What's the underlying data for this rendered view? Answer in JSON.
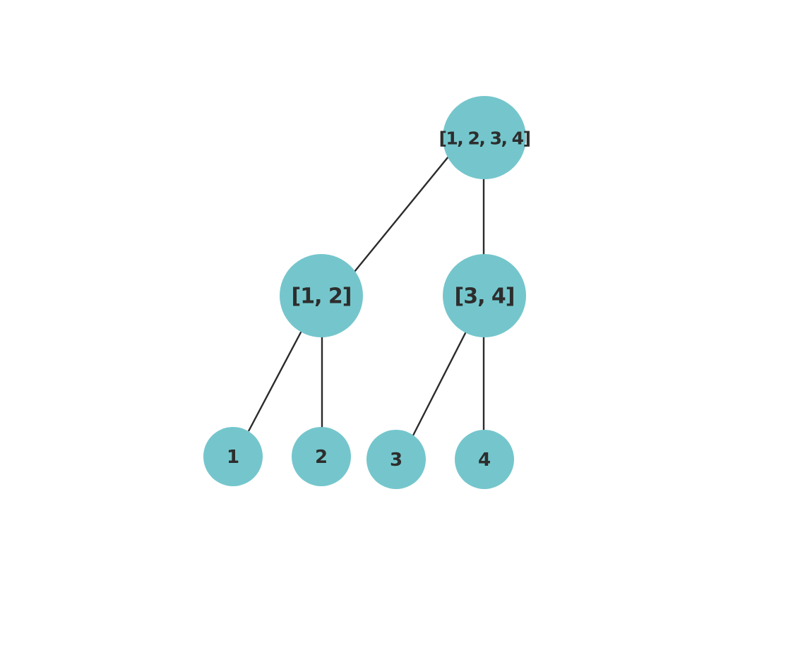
{
  "diagram": {
    "type": "tree",
    "node_color": "#74c6cc",
    "edge_color": "#2b2b2b",
    "text_color": "#2d2d2d",
    "nodes": {
      "root": {
        "label": "[1, 2, 3, 4]"
      },
      "left": {
        "label": "[1, 2]"
      },
      "right": {
        "label": "[3, 4]"
      },
      "leaf1": {
        "label": "1"
      },
      "leaf2": {
        "label": "2"
      },
      "leaf3": {
        "label": "3"
      },
      "leaf4": {
        "label": "4"
      }
    },
    "edges": [
      {
        "from": "root",
        "to": "left"
      },
      {
        "from": "root",
        "to": "right"
      },
      {
        "from": "left",
        "to": "leaf1"
      },
      {
        "from": "left",
        "to": "leaf2"
      },
      {
        "from": "right",
        "to": "leaf3"
      },
      {
        "from": "right",
        "to": "leaf4"
      }
    ]
  }
}
